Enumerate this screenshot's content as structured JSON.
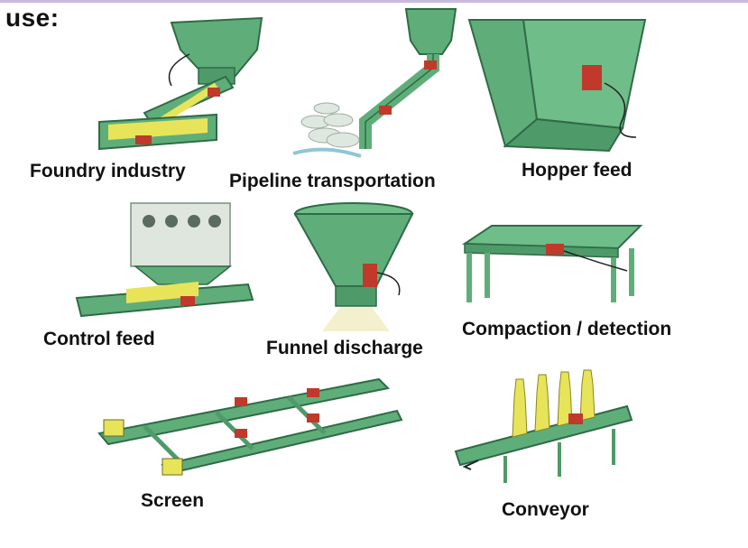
{
  "heading": "use:",
  "colors": {
    "machine_green": "#5fae7a",
    "machine_dark": "#2f6b46",
    "vibrator_red": "#c0392b",
    "material_yellow": "#e8e45a"
  },
  "panels": [
    {
      "id": "foundry",
      "label": "Foundry industry",
      "icon": "foundry-hopper-chute"
    },
    {
      "id": "pipeline",
      "label": "Pipeline transportation",
      "icon": "pipeline-with-bales"
    },
    {
      "id": "hopper",
      "label": "Hopper feed",
      "icon": "v-hopper"
    },
    {
      "id": "control",
      "label": "Control feed",
      "icon": "feeder-tray-with-bin"
    },
    {
      "id": "funnel",
      "label": "Funnel discharge",
      "icon": "funnel"
    },
    {
      "id": "compaction",
      "label": "Compaction / detection",
      "icon": "vibrating-table"
    },
    {
      "id": "screen",
      "label": "Screen",
      "icon": "screen-frame"
    },
    {
      "id": "conveyor",
      "label": "Conveyor",
      "icon": "bottle-conveyor"
    }
  ]
}
